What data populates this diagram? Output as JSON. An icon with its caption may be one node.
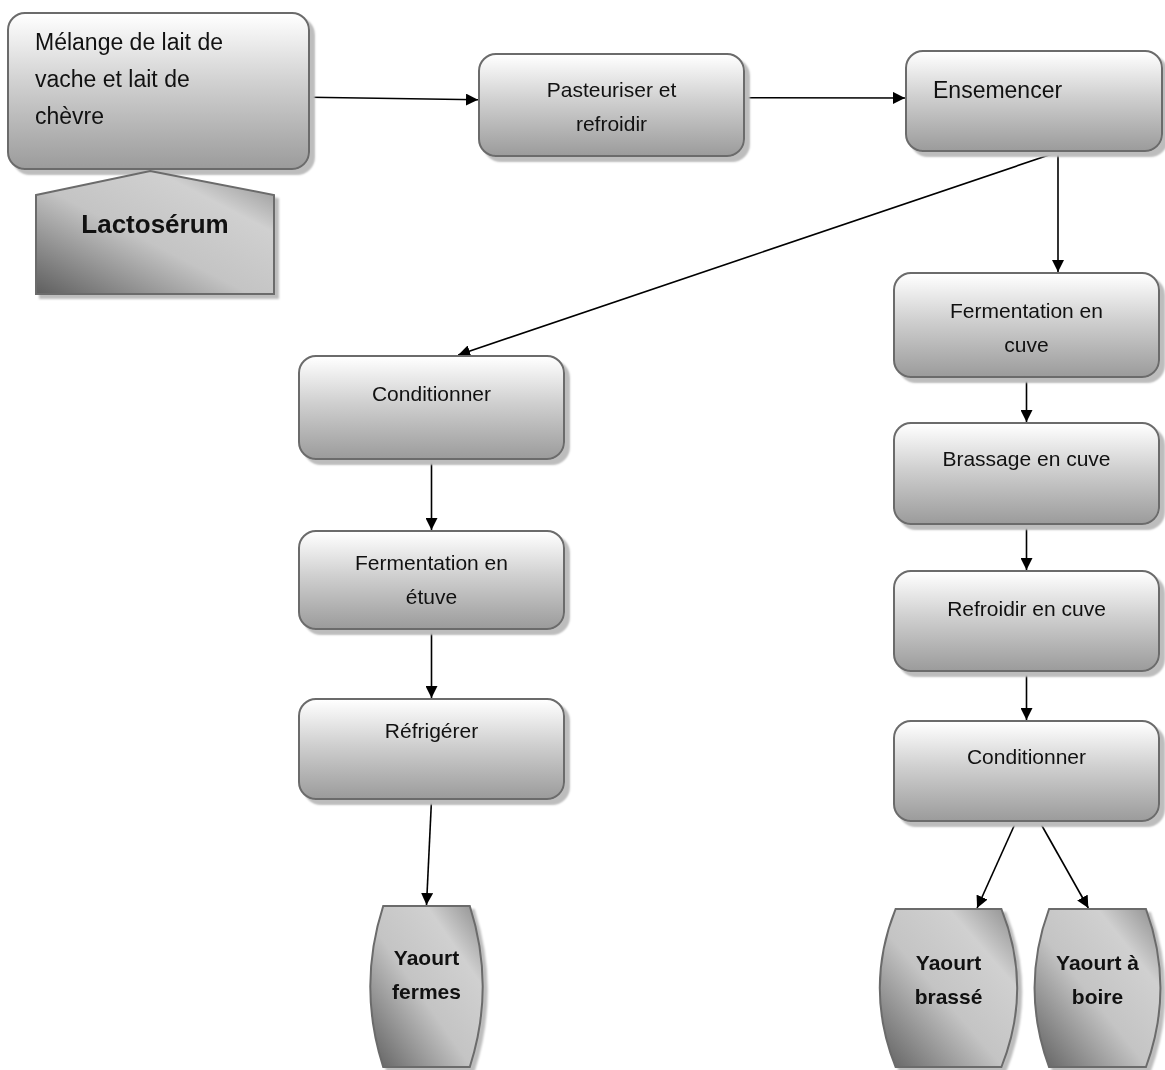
{
  "diagram": {
    "nodes": [
      {
        "text": [
          "Mélange de lait de vache et lait de chèvre"
        ]
      },
      {
        "text": [
          "Lactosérum"
        ]
      },
      {
        "text": [
          "Pasteuriser et refroidir"
        ]
      },
      {
        "text": [
          "Ensemencer"
        ]
      },
      {
        "text": [
          "Conditionner"
        ]
      },
      {
        "text": [
          "Fermentation en étuve"
        ]
      },
      {
        "text": [
          "Réfrigérer"
        ]
      },
      {
        "text": [
          "Yaourt fermes"
        ]
      },
      {
        "text": [
          "Fermentation en cuve"
        ]
      },
      {
        "text": [
          "Brassage en cuve"
        ]
      },
      {
        "text": [
          "Refroidir en cuve"
        ]
      },
      {
        "text": [
          "Conditionner"
        ]
      },
      {
        "text": [
          "Yaourt brassé"
        ]
      },
      {
        "text": [
          "Yaourt à boire"
        ]
      }
    ],
    "edges": [
      {
        "from": 0,
        "to": 2,
        "arrow": "to"
      },
      {
        "from": 2,
        "to": 3,
        "arrow": "to"
      },
      {
        "from": 3,
        "to": 4,
        "arrow": "to"
      },
      {
        "from": 3,
        "to": 8,
        "arrow": "to"
      },
      {
        "from": 4,
        "to": 5,
        "arrow": "to"
      },
      {
        "from": 5,
        "to": 6,
        "arrow": "to"
      },
      {
        "from": 6,
        "to": 7,
        "arrow": "to"
      },
      {
        "from": 8,
        "to": 9,
        "arrow": "to"
      },
      {
        "from": 9,
        "to": 10,
        "arrow": "to"
      },
      {
        "from": 10,
        "to": 11,
        "arrow": "to"
      },
      {
        "from": 11,
        "to": 12,
        "arrow": "to"
      },
      {
        "from": 11,
        "to": 13,
        "arrow": "to"
      }
    ]
  }
}
